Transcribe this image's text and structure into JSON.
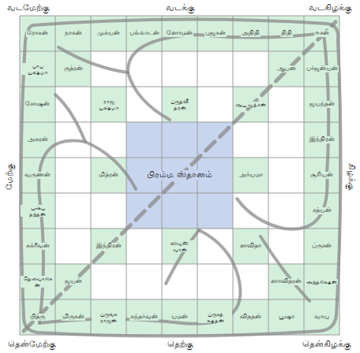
{
  "diagram": {
    "nodes": [
      {
        "text": [
          "ரோகன்"
        ]
      },
      {
        "text": [
          "நாகன்"
        ]
      },
      {
        "text": [
          "முக்யன்"
        ]
      },
      {
        "text": [
          "பல்லாடன்"
        ]
      },
      {
        "text": [
          "ஸோமன்"
        ]
      },
      {
        "text": [
          "புஜகன்"
        ]
      },
      {
        "text": [
          "அதிதி"
        ]
      },
      {
        "text": [
          "திதி"
        ]
      },
      {
        "text": [
          "ஈசன்"
        ]
      },
      {
        "text": [
          "பாப யக்ஷ்மா"
        ]
      },
      {
        "text": [
          "ருத்ரன்"
        ]
      },
      {
        "text": [
          "ஆபன்"
        ]
      },
      {
        "text": [
          "பர்ஜன்யன்"
        ]
      },
      {
        "text": [
          "சோஷன்"
        ]
      },
      {
        "text": [
          "ராஜ யக்ஷ்மா"
        ]
      },
      {
        "text": [
          "ப்ருத்வீ தரன்"
        ]
      },
      {
        "text": [
          "ஆப வத்சன்"
        ]
      },
      {
        "text": [
          "ஜயந்தன்"
        ]
      },
      {
        "text": [
          "அசுரன்"
        ]
      },
      {
        "text": [
          "பிரம்ம ஸ்தானம்"
        ]
      },
      {
        "text": [
          "இந்திரன்"
        ]
      },
      {
        "text": [
          "வருணன்"
        ]
      },
      {
        "text": [
          "மித்ரன்"
        ]
      },
      {
        "text": [
          "அர்யமா"
        ]
      },
      {
        "text": [
          "சூரியன்"
        ]
      },
      {
        "text": [
          "புஷ்ப தந்தன்"
        ]
      },
      {
        "text": [
          "சத்யன்"
        ]
      },
      {
        "text": [
          "சுக்ரீவன்"
        ]
      },
      {
        "text": [
          "இந்திரன்"
        ]
      },
      {
        "text": [
          "விவஸ் வான்"
        ]
      },
      {
        "text": [
          "ஸவிதா"
        ]
      },
      {
        "text": [
          "ப்ருசன்"
        ]
      },
      {
        "text": [
          "தௌவாரிகன்"
        ]
      },
      {
        "text": [
          "ஜயன்"
        ]
      },
      {
        "text": [
          "ஸாவித்ரன்"
        ]
      },
      {
        "text": [
          "அந்தரிக்ஷன்"
        ]
      },
      {
        "text": [
          "பித்ரு"
        ]
      },
      {
        "text": [
          "மிருகன்"
        ]
      },
      {
        "text": [
          "ப்ருங்க ராஜன்"
        ]
      },
      {
        "text": [
          "கந்தர்வன்"
        ]
      },
      {
        "text": [
          "யமன்"
        ]
      },
      {
        "text": [
          "ப்ருகத் க்ஷதன்"
        ]
      },
      {
        "text": [
          "விததன்"
        ]
      },
      {
        "text": [
          "பூஷா"
        ]
      },
      {
        "text": [
          "வாயு"
        ]
      }
    ],
    "labels": [
      "வடமேற்கு",
      "வடக்கு",
      "வடகிழக்கு",
      "மேற்கு",
      "கிழக்கு",
      "தென்மேற்கு",
      "தெற்கு",
      "தென்கிழக்கு"
    ]
  }
}
